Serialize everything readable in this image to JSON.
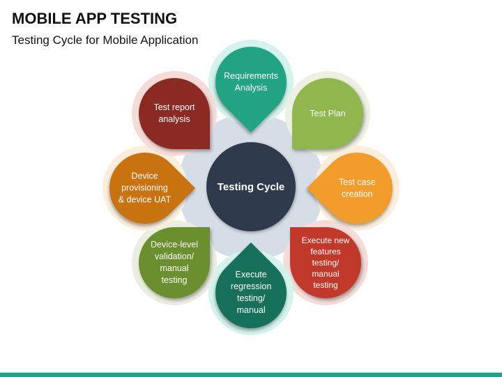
{
  "header": {
    "title": "MOBILE APP TESTING",
    "subtitle": "Testing Cycle for Mobile Application"
  },
  "diagram": {
    "center_label": "Testing Cycle",
    "center_color": "#2f3b4d",
    "background_circle_color": "#d6dde6",
    "steps": [
      {
        "label": "Requirements\nAnalysis",
        "color": "#22a383",
        "halo": "#d3f3ec",
        "pointer": "bottom"
      },
      {
        "label": "Test Plan",
        "color": "#8fb74d",
        "halo": "#edf1e2",
        "pointer": "bottom-left"
      },
      {
        "label": "Test case\ncreation",
        "color": "#f29c2b",
        "halo": "#fbeedd",
        "pointer": "left"
      },
      {
        "label": "Execute new\nfeatures\ntesting/\nmanual\ntesting",
        "color": "#c0392b",
        "halo": "#f5dcd9",
        "pointer": "top-left"
      },
      {
        "label": "Execute\nregression\ntesting/\nmanual",
        "color": "#17705a",
        "halo": "#d3f3ec",
        "pointer": "top"
      },
      {
        "label": "Device-level\nvalidation/\nmanual\ntesting",
        "color": "#6b8e2e",
        "halo": "#eaeee0",
        "pointer": "top-right"
      },
      {
        "label": "Device\nprovisioning\n& device UAT",
        "color": "#c87210",
        "halo": "#fbeedd",
        "pointer": "right"
      },
      {
        "label": "Test report\nanalysis",
        "color": "#8b2a23",
        "halo": "#f5dcd9",
        "pointer": "bottom-right"
      }
    ]
  },
  "footer": {
    "bar_color": "#21a283"
  }
}
